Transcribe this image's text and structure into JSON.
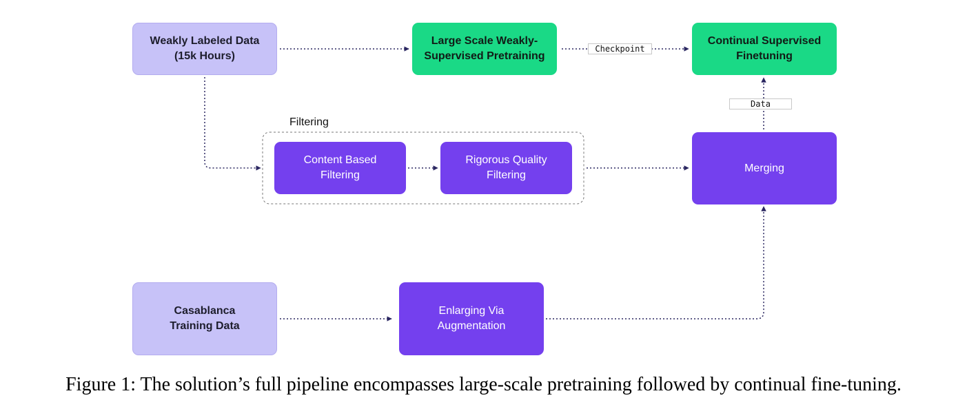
{
  "colors": {
    "data_node": "#c7c2f8",
    "pretrain_node": "#1ad986",
    "process_node": "#7440ee",
    "edge": "#2a2660"
  },
  "nodes": {
    "weakly_labeled": "Weakly Labeled Data\n(15k Hours)",
    "pretraining": "Large Scale Weakly-\nSupervised Pretraining",
    "finetuning": "Continual Supervised\nFinetuning",
    "content_filter": "Content Based\nFiltering",
    "quality_filter": "Rigorous Quality\nFiltering",
    "merging": "Merging",
    "casablanca": "Casablanca\nTraining Data",
    "augmentation": "Enlarging Via\nAugmentation"
  },
  "group": {
    "filtering_title": "Filtering"
  },
  "edge_labels": {
    "checkpoint": "Checkpoint",
    "data": "Data"
  },
  "caption": "Figure 1: The solution’s full pipeline encompasses large-scale pretraining followed by continual fine-tuning."
}
